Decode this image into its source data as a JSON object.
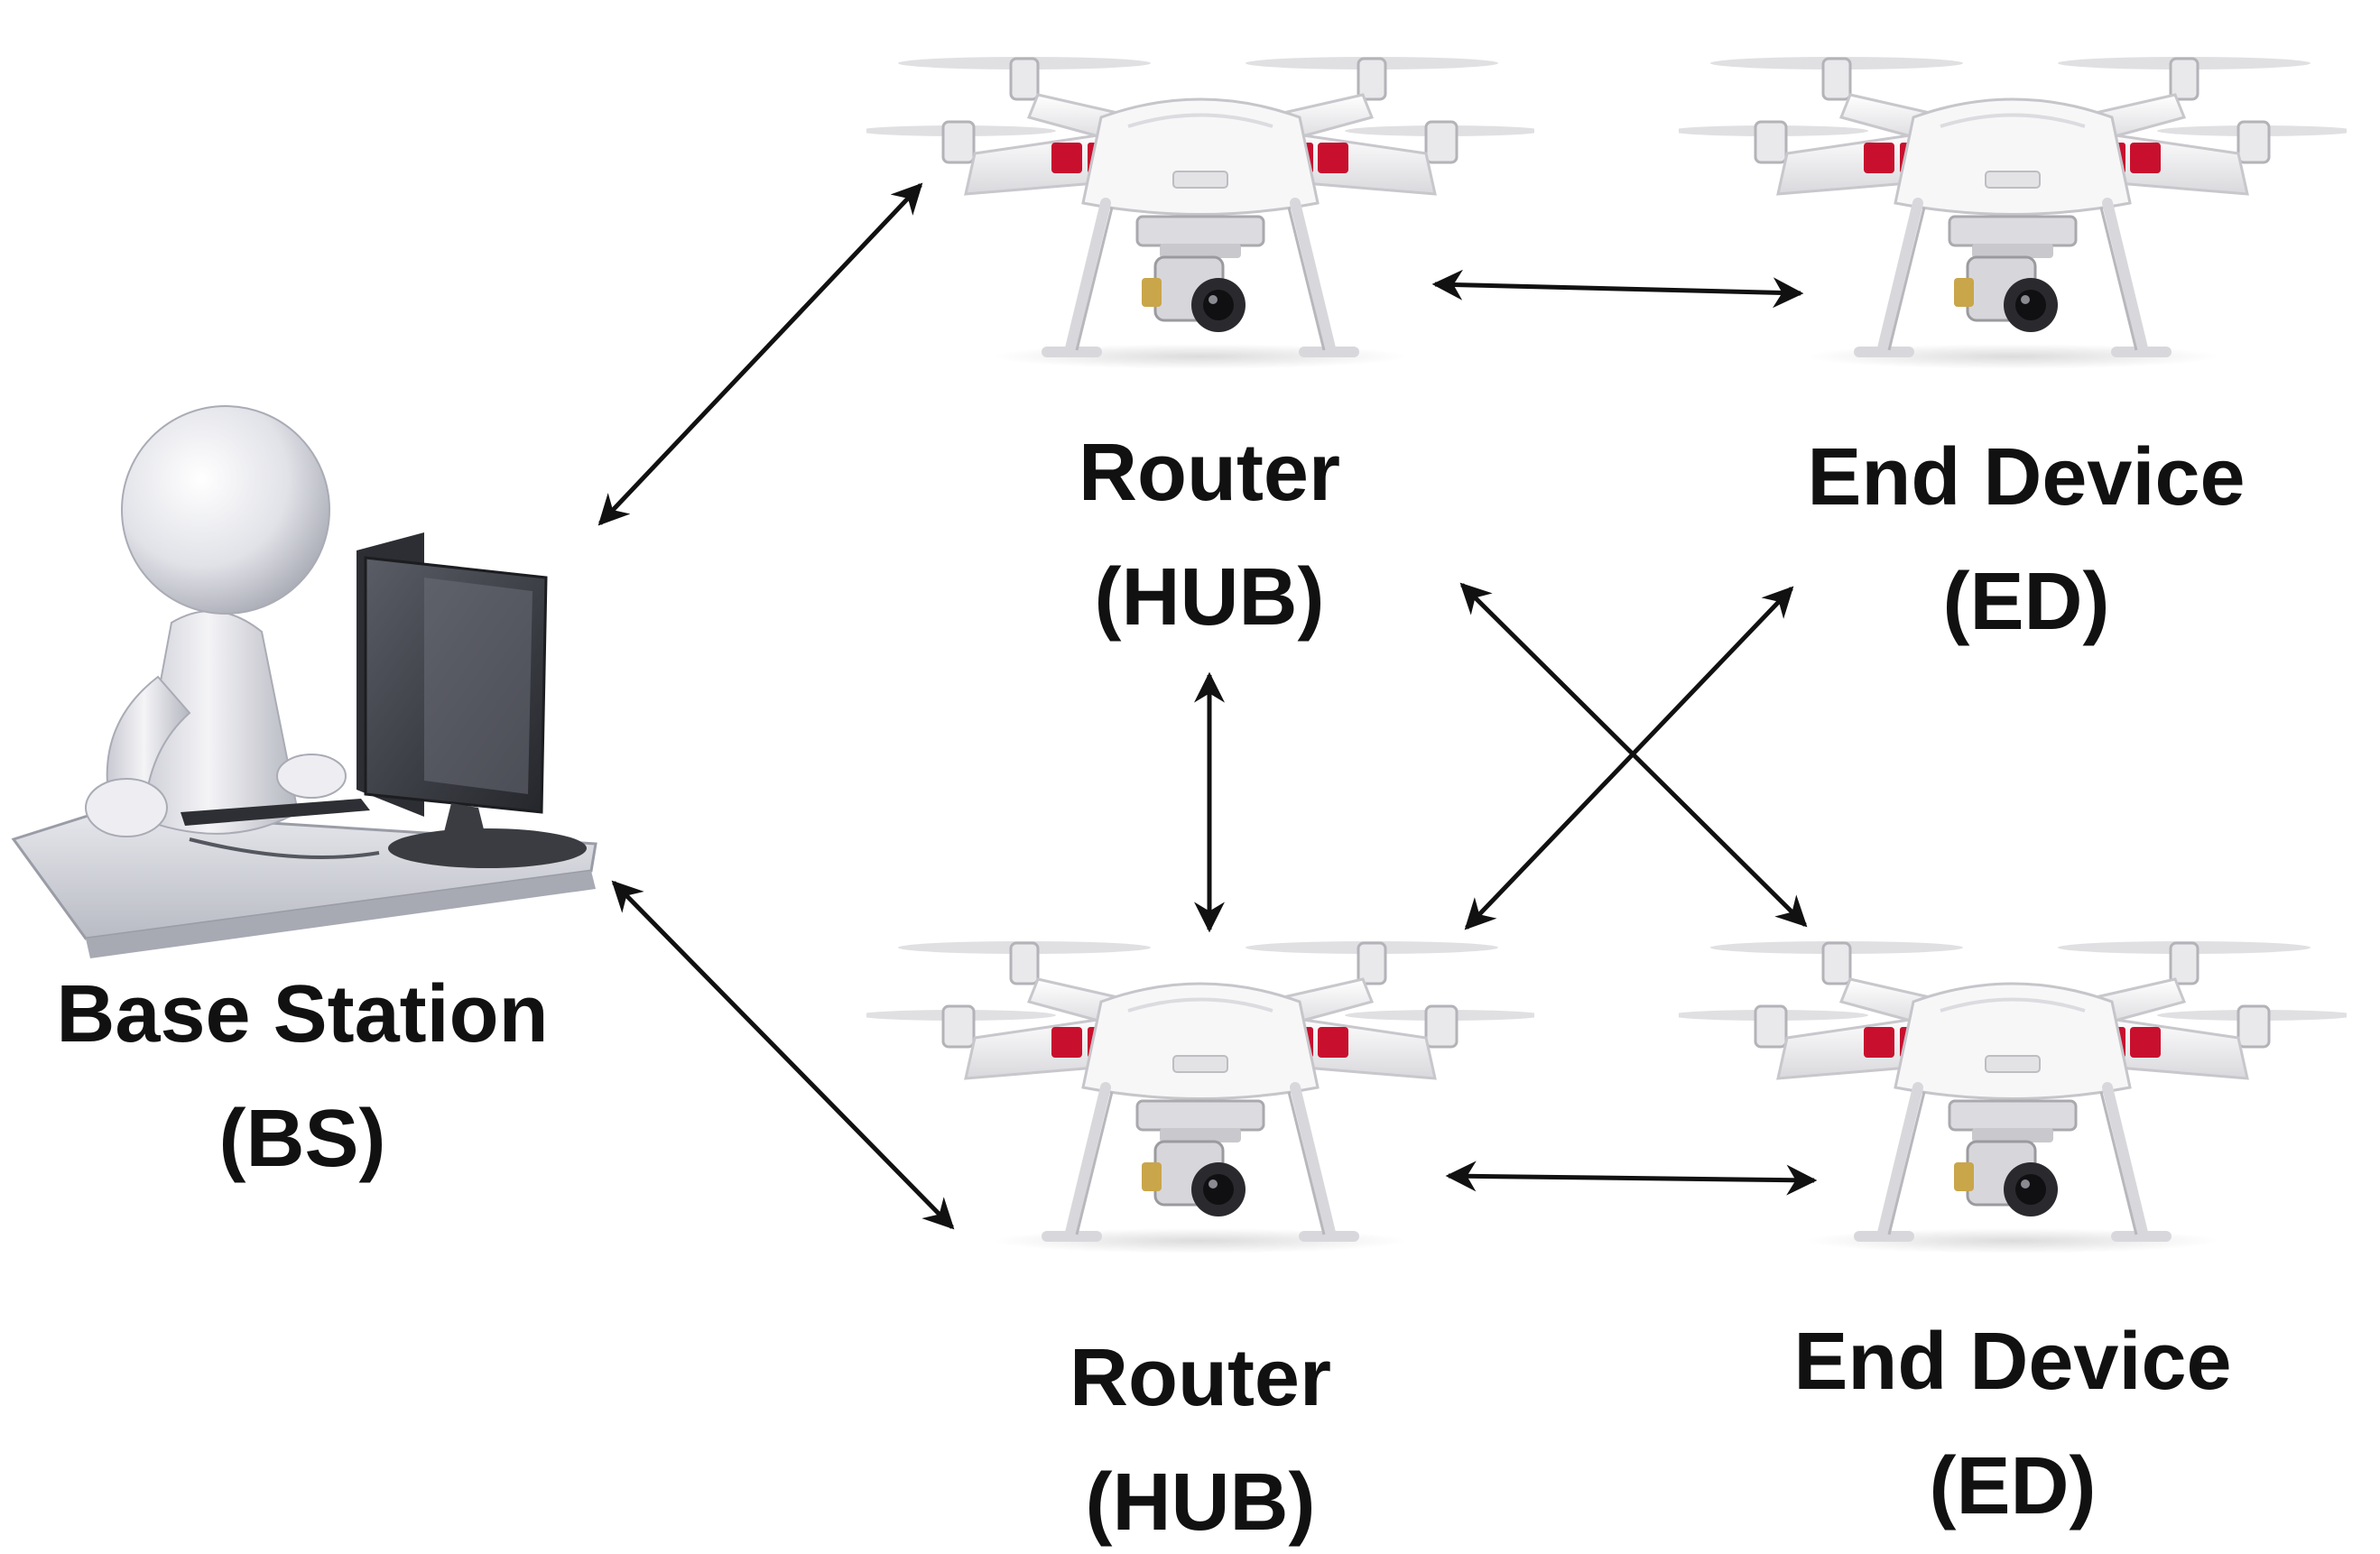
{
  "nodes": [
    {
      "id": "bs",
      "kind": "base-station",
      "name": "Base Station",
      "abbr": "(BS)"
    },
    {
      "id": "hub1",
      "kind": "router",
      "name": "Router",
      "abbr": "(HUB)"
    },
    {
      "id": "hub2",
      "kind": "router",
      "name": "Router",
      "abbr": "(HUB)"
    },
    {
      "id": "ed1",
      "kind": "end-device",
      "name": "End Device",
      "abbr": "(ED)"
    },
    {
      "id": "ed2",
      "kind": "end-device",
      "name": "End Device",
      "abbr": "(ED)"
    }
  ],
  "links": [
    {
      "from": "bs",
      "to": "hub1"
    },
    {
      "from": "bs",
      "to": "hub2"
    },
    {
      "from": "hub1",
      "to": "ed1"
    },
    {
      "from": "hub1",
      "to": "hub2"
    },
    {
      "from": "hub1",
      "to": "ed2"
    },
    {
      "from": "hub2",
      "to": "ed1"
    },
    {
      "from": "hub2",
      "to": "ed2"
    }
  ],
  "colors": {
    "arrow": "#111111",
    "drone_body": "#f4f4f4",
    "drone_accent": "#c8102e",
    "figure": "#dcdde4",
    "monitor": "#3a3c42"
  }
}
